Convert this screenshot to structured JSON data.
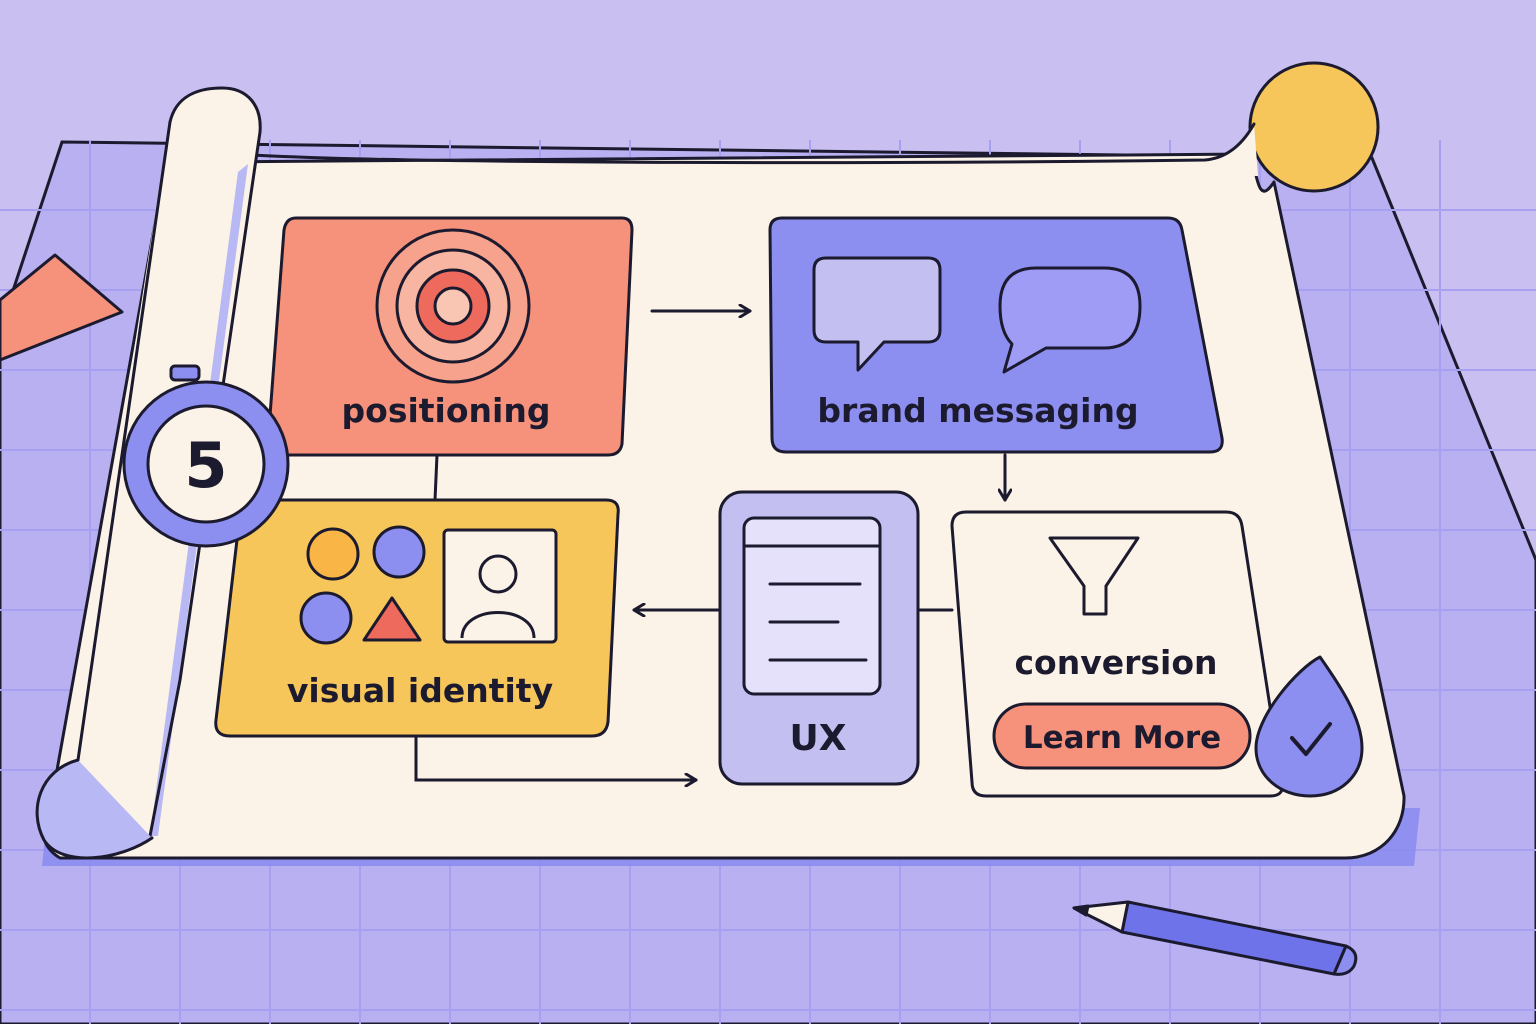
{
  "steps": {
    "positioning": "positioning",
    "brand_messaging": "brand messaging",
    "visual_identity": "visual identity",
    "ux": "UX",
    "conversion": "conversion"
  },
  "cta_label": "Learn More",
  "badge_number": "5",
  "colors": {
    "background": "#c9bff0",
    "paper": "#fbf3e8",
    "coral": "#f6917b",
    "periwinkle": "#8c8ef0",
    "yellow": "#f7c65a",
    "lavender": "#c3bff1",
    "outline": "#1c1a2e"
  },
  "icons": {
    "positioning": "target-icon",
    "brand_messaging": "speech-bubbles-icon",
    "visual_identity": "shapes-and-portrait-icon",
    "ux": "document-icon",
    "conversion": "funnel-icon",
    "badge": "stopwatch-icon",
    "check": "checkmark-drop-icon",
    "pencil": "pencil-icon"
  }
}
